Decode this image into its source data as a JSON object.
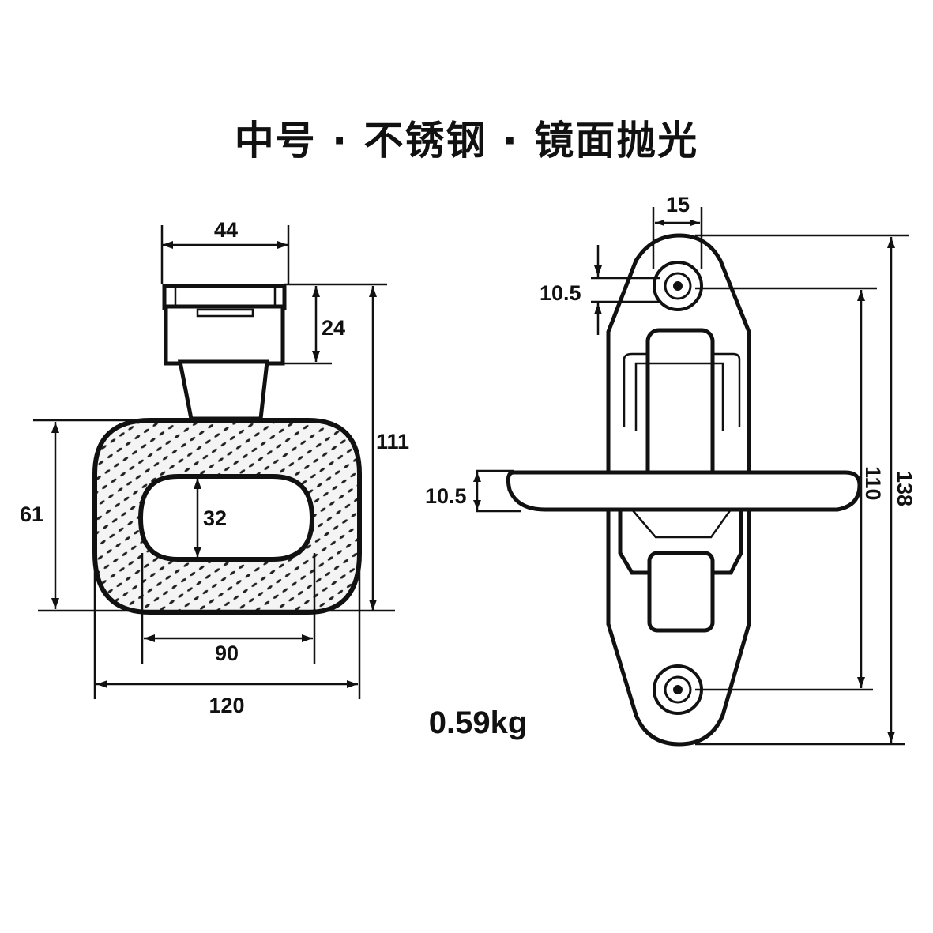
{
  "title": "中号 · 不锈钢 · 镜面抛光",
  "weight": "0.59kg",
  "front_view": {
    "dims": {
      "top_width": "44",
      "top_height": "24",
      "total_height": "111",
      "ring_height": "61",
      "hole_height": "32",
      "hole_width": "90",
      "ring_width": "120"
    }
  },
  "side_view": {
    "dims": {
      "top_width": "15",
      "hole_gap": "10.5",
      "handle_thickness": "10.5",
      "hole_spacing": "110",
      "total_height": "138"
    }
  }
}
